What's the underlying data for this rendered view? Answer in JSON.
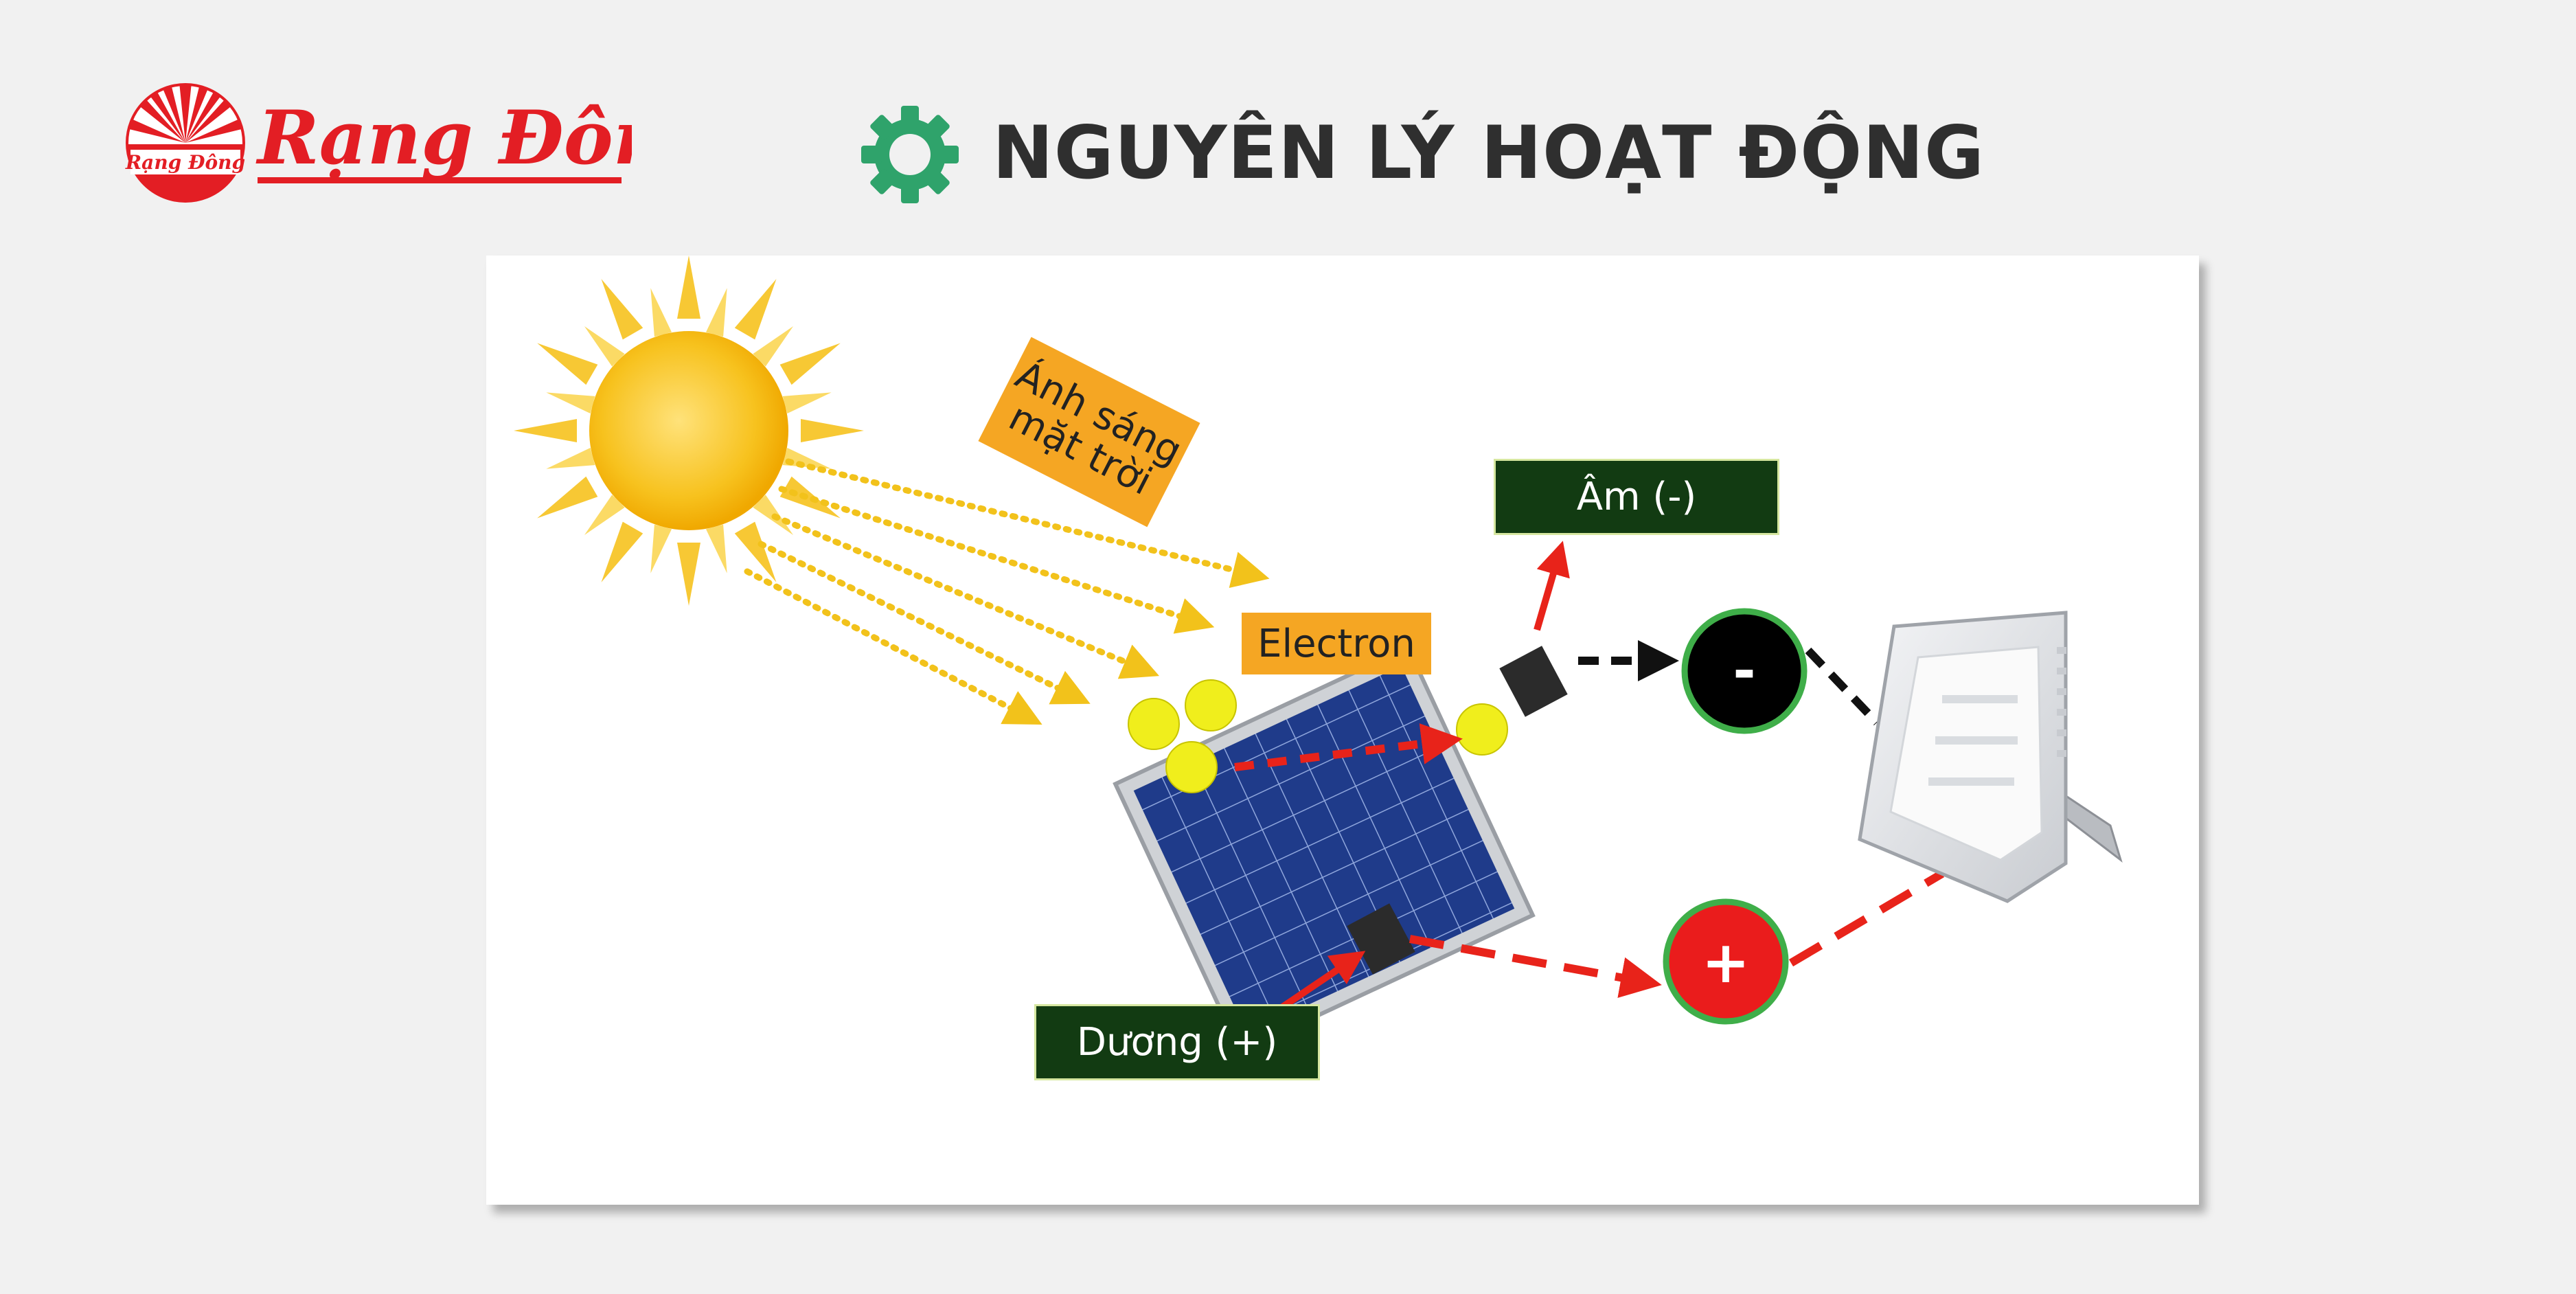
{
  "header": {
    "brand_logo_text": "Rạng Đông",
    "brand_logo_small_text": "Rạng Đông",
    "title": "NGUYÊN LÝ HOẠT ĐỘNG"
  },
  "diagram": {
    "sunlight_label_line1": "Ánh sáng",
    "sunlight_label_line2": "mặt trời",
    "electron_label": "Electron",
    "negative_label": "Âm (-)",
    "positive_label": "Dương (+)",
    "negative_symbol": "-",
    "positive_symbol": "+"
  },
  "colors": {
    "brand_red": "#e31e24",
    "gear_green": "#2fa36b",
    "label_dark_green": "#123b12",
    "label_orange": "#f5a623",
    "panel_blue": "#1f3b8a",
    "arrow_red": "#e8231a"
  }
}
